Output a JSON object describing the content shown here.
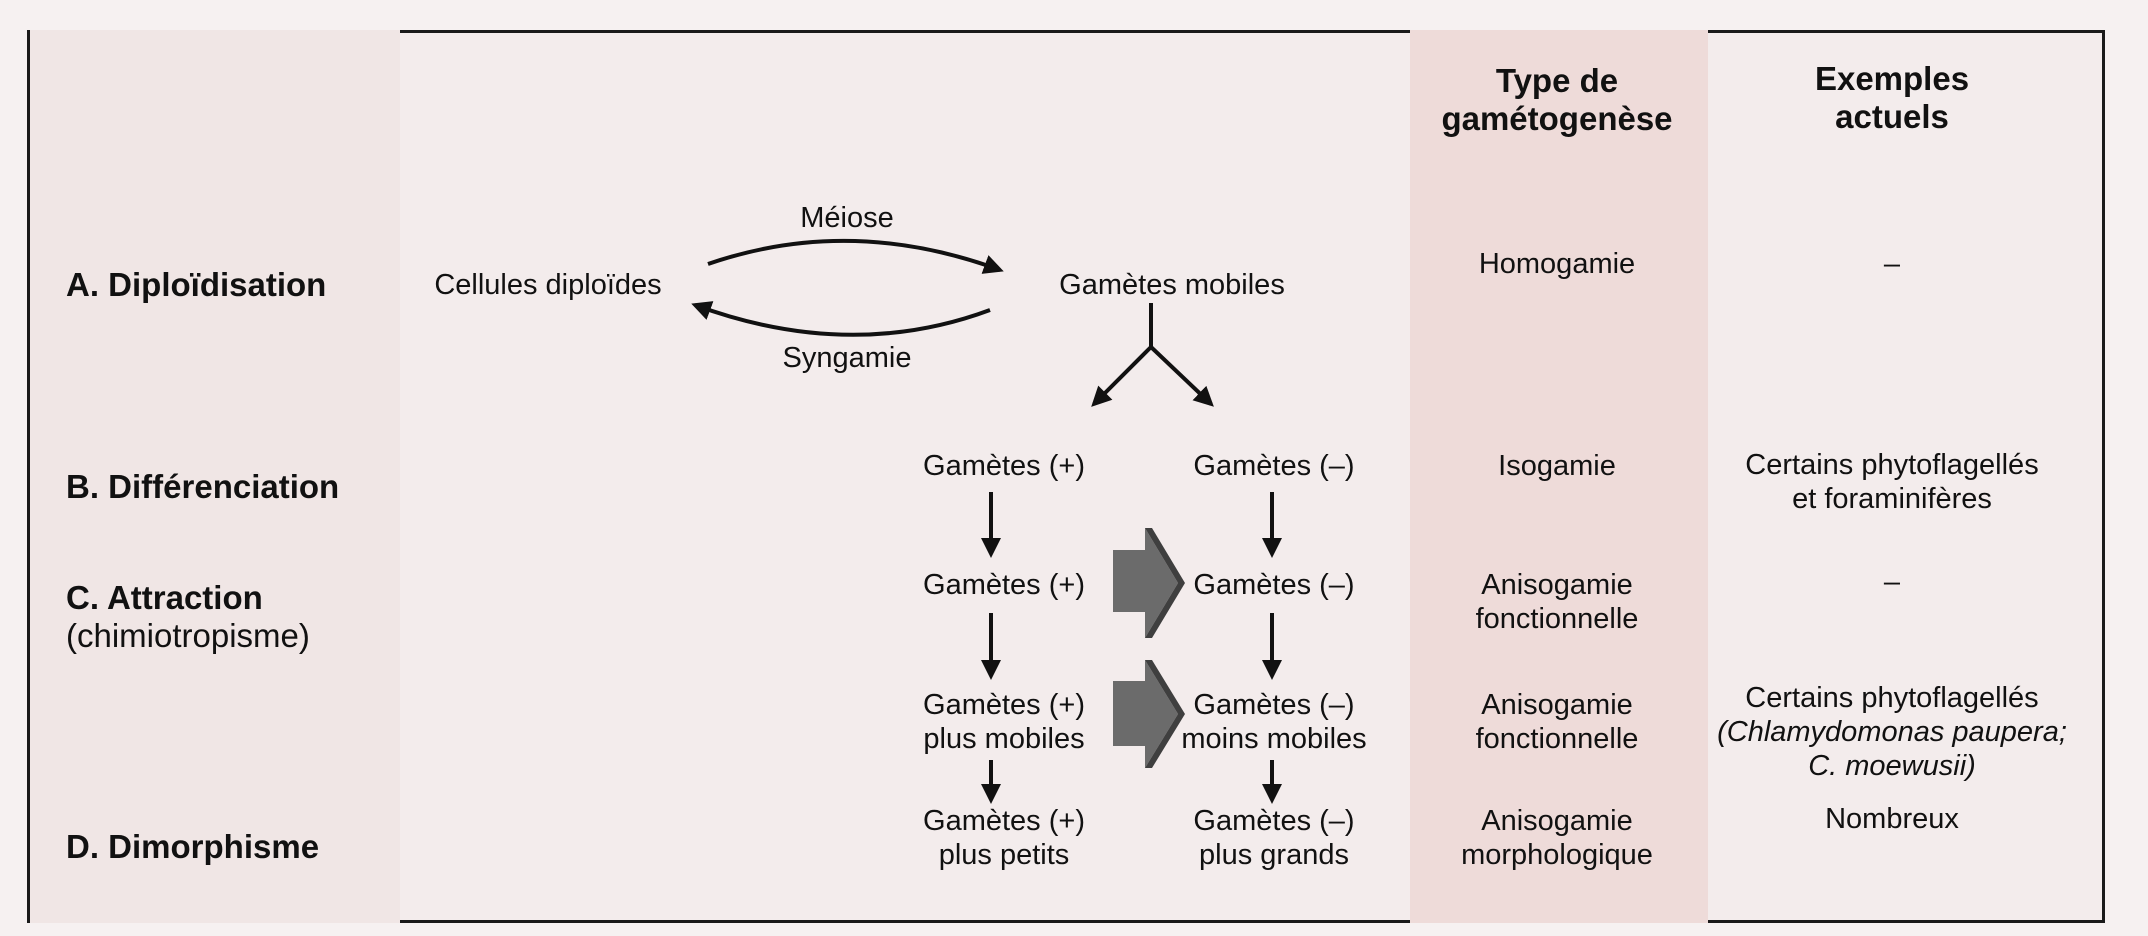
{
  "headers": {
    "gametogenese_line1": "Type de",
    "gametogenese_line2": "gamétogenèse",
    "exemples_line1": "Exemples",
    "exemples_line2": "actuels"
  },
  "rows": {
    "a_label": "A. Diploïdisation",
    "b_label": "B. Différenciation",
    "c_label": "C. Attraction",
    "c_sublabel": "(chimiotropisme)",
    "d_label": "D. Dimorphisme"
  },
  "cycle": {
    "cellules": "Cellules diploïdes",
    "meiose": "Méiose",
    "syngamie": "Syngamie",
    "gametes_mobiles": "Gamètes mobiles"
  },
  "flow": {
    "b_plus": "Gamètes (+)",
    "b_minus": "Gamètes (–)",
    "c_plus": "Gamètes (+)",
    "c_minus": "Gamètes (–)",
    "c2_plus_1": "Gamètes (+)",
    "c2_plus_2": "plus mobiles",
    "c2_minus_1": "Gamètes (–)",
    "c2_minus_2": "moins mobiles",
    "d_plus_1": "Gamètes (+)",
    "d_plus_2": "plus petits",
    "d_minus_1": "Gamètes (–)",
    "d_minus_2": "plus grands"
  },
  "types": {
    "a": "Homogamie",
    "b": "Isogamie",
    "c_1": "Anisogamie",
    "c_2": "fonctionnelle",
    "c2_1": "Anisogamie",
    "c2_2": "fonctionnelle",
    "d_1": "Anisogamie",
    "d_2": "morphologique"
  },
  "examples": {
    "a": "–",
    "b_1": "Certains phytoflagellés",
    "b_2": "et foraminifères",
    "c": "–",
    "c2_1": "Certains phytoflagellés",
    "c2_2": "(Chlamydomonas paupera;",
    "c2_3": "C. moewusii)",
    "d": "Nombreux"
  },
  "colors": {
    "arrow": "#111111",
    "big_arrow": "#6b6b6b",
    "border": "#1a1a1a"
  }
}
